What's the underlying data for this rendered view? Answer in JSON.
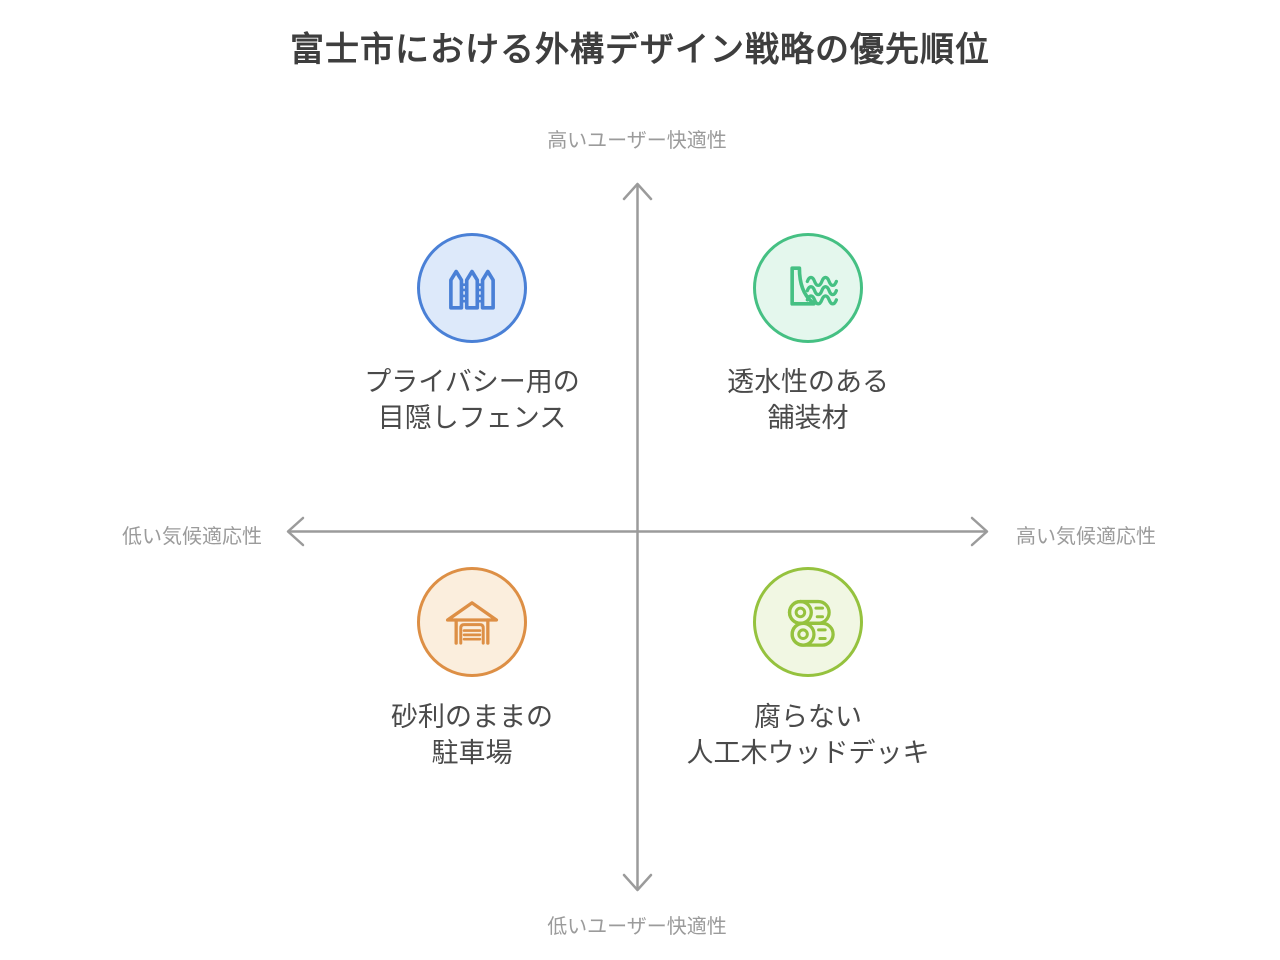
{
  "title": "富士市における外構デザイン戦略の優先順位",
  "axes": {
    "top": "高いユーザー快適性",
    "bottom": "低いユーザー快適性",
    "left": "低い気候適応性",
    "right": "高い気候適応性"
  },
  "quadrants": [
    {
      "position": "top-left",
      "label": "プライバシー用の\n目隠しフェンス",
      "icon": "fence-icon",
      "color": "#4a80d6",
      "fill": "#dde9fa"
    },
    {
      "position": "top-right",
      "label": "透水性のある\n舗装材",
      "icon": "permeable-paving-icon",
      "color": "#45c083",
      "fill": "#e4f7ed"
    },
    {
      "position": "bottom-left",
      "label": "砂利のままの\n駐車場",
      "icon": "garage-icon",
      "color": "#dd8f45",
      "fill": "#fbeedd"
    },
    {
      "position": "bottom-right",
      "label": "腐らない\n人工木ウッドデッキ",
      "icon": "wood-logs-icon",
      "color": "#95c23e",
      "fill": "#f1f7e3"
    }
  ],
  "colors": {
    "axis": "#9b9b9b",
    "axis_label": "#9b9b9b",
    "title": "#3e3e3e",
    "label": "#4a4a4a"
  }
}
